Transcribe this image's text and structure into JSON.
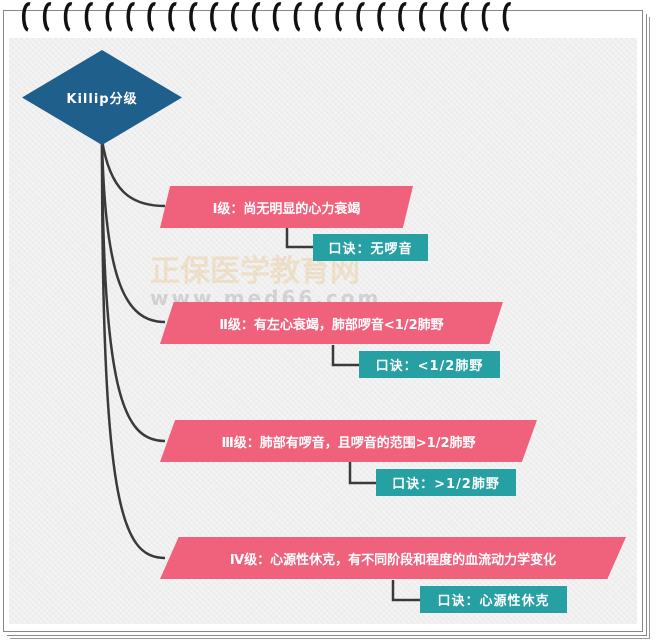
{
  "root": {
    "label": "Killip分级"
  },
  "grades": [
    {
      "label": "Ⅰ级：尚无明显的心力衰竭",
      "tip": "口诀：无啰音"
    },
    {
      "label": "Ⅱ级：有左心衰竭，肺部啰音<1/2肺野",
      "tip": "口诀：<1/2肺野"
    },
    {
      "label": "Ⅲ级：肺部有啰音，且啰音的范围>1/2肺野",
      "tip": "口诀：>1/2肺野"
    },
    {
      "label": "Ⅳ级：心源性休克，有不同阶段和程度的血流动力学变化",
      "tip": "口诀：心源性休克"
    }
  ],
  "watermark": {
    "brand": "正保医学教育网",
    "url": "www.med66.com"
  },
  "colors": {
    "root": "#1f5f8b",
    "grade": "#f0627c",
    "tip": "#27a0a3",
    "line": "#3a3a3a"
  }
}
